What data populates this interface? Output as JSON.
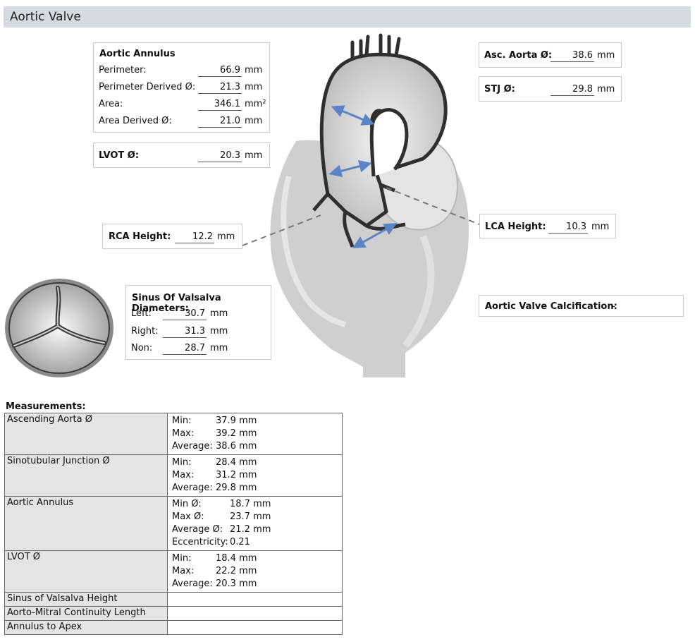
{
  "header": {
    "title": "Aortic Valve"
  },
  "annulus_box": {
    "title": "Aortic Annulus",
    "rows": [
      {
        "label": "Perimeter:",
        "value": "66.9",
        "unit": "mm"
      },
      {
        "label": "Perimeter Derived Ø:",
        "value": "21.3",
        "unit": "mm"
      },
      {
        "label": "Area:",
        "value": "346.1",
        "unit": "mm²"
      },
      {
        "label": "Area Derived Ø:",
        "value": "21.0",
        "unit": "mm"
      }
    ]
  },
  "lvot_box": {
    "label": "LVOT Ø:",
    "value": "20.3",
    "unit": "mm"
  },
  "asc_aorta_box": {
    "label": "Asc. Aorta Ø:",
    "value": "38.6",
    "unit": "mm"
  },
  "stj_box": {
    "label": "STJ Ø:",
    "value": "29.8",
    "unit": "mm"
  },
  "rca_box": {
    "label": "RCA Height:",
    "value": "12.2",
    "unit": "mm"
  },
  "lca_box": {
    "label": "LCA Height:",
    "value": "10.3",
    "unit": "mm"
  },
  "sinus_box": {
    "title": "Sinus Of Valsalva Diameters:",
    "rows": [
      {
        "label": "Left:",
        "value": "30.7",
        "unit": "mm"
      },
      {
        "label": "Right:",
        "value": "31.3",
        "unit": "mm"
      },
      {
        "label": "Non:",
        "value": "28.7",
        "unit": "mm"
      }
    ]
  },
  "calcification_box": {
    "label": "Aortic Valve Calcification:",
    "value": "-"
  },
  "measurements": {
    "title": "Measurements:",
    "rows": [
      {
        "name": "Ascending Aorta Ø",
        "values": [
          {
            "k": "Min:",
            "v": "37.9 mm"
          },
          {
            "k": "Max:",
            "v": "39.2 mm"
          },
          {
            "k": "Average:",
            "v": "38.6 mm"
          }
        ]
      },
      {
        "name": "Sinotubular Junction Ø",
        "values": [
          {
            "k": "Min:",
            "v": "28.4 mm"
          },
          {
            "k": "Max:",
            "v": "31.2 mm"
          },
          {
            "k": "Average:",
            "v": "29.8 mm"
          }
        ]
      },
      {
        "name": "Aortic Annulus",
        "values": [
          {
            "k": "Min Ø:",
            "v": "18.7 mm"
          },
          {
            "k": "Max Ø:",
            "v": "23.7 mm"
          },
          {
            "k": "Average Ø:",
            "v": "21.2 mm"
          },
          {
            "k": "Eccentricity:",
            "v": "0.21"
          }
        ]
      },
      {
        "name": "LVOT Ø",
        "values": [
          {
            "k": "Min:",
            "v": "18.4 mm"
          },
          {
            "k": "Max:",
            "v": "22.2 mm"
          },
          {
            "k": "Average:",
            "v": "20.3 mm"
          }
        ]
      },
      {
        "name": "Sinus of Valsalva Height",
        "values": []
      },
      {
        "name": "Aorto-Mitral Continuity Length",
        "values": []
      },
      {
        "name": "Annulus to Apex",
        "values": []
      }
    ]
  },
  "colors": {
    "header_bg": "#d5dbe3",
    "arrow": "#5b84c4",
    "heart": "#c9c9c9"
  }
}
